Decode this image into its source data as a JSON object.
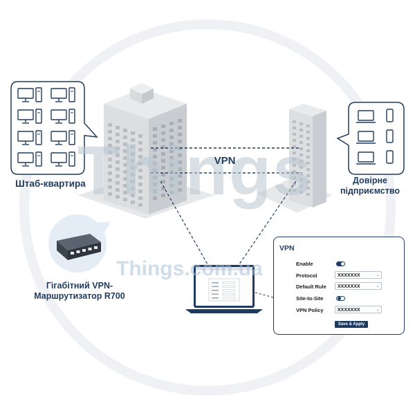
{
  "diagram": {
    "nodes": {
      "headquarters": {
        "label": "Штаб-квартира"
      },
      "partner": {
        "label": "Довірне підприємство"
      },
      "router": {
        "label": "Гігабітний VPN-Маршрутизатор R700"
      }
    },
    "link_label": "VPN"
  },
  "watermark": {
    "brand": "Things",
    "site": "Things.com.ua"
  },
  "vpn_panel": {
    "title": "VPN",
    "rows": [
      {
        "label": "Enable",
        "kind": "toggle",
        "state": "on"
      },
      {
        "label": "Protocol",
        "kind": "select",
        "value": "XXXXXXX"
      },
      {
        "label": "Default Rule",
        "kind": "select",
        "value": "XXXXXXX"
      },
      {
        "label": "Site-to-Site",
        "kind": "toggle",
        "state": "off"
      },
      {
        "label": "VPN Policy",
        "kind": "select",
        "value": "XXXXXXX"
      }
    ],
    "apply_label": "Save & Apply"
  },
  "colors": {
    "accent": "#1e3a5f",
    "building": "#d6d8da",
    "ground": "#e9ebed",
    "watermark": "#b9c6d0"
  }
}
